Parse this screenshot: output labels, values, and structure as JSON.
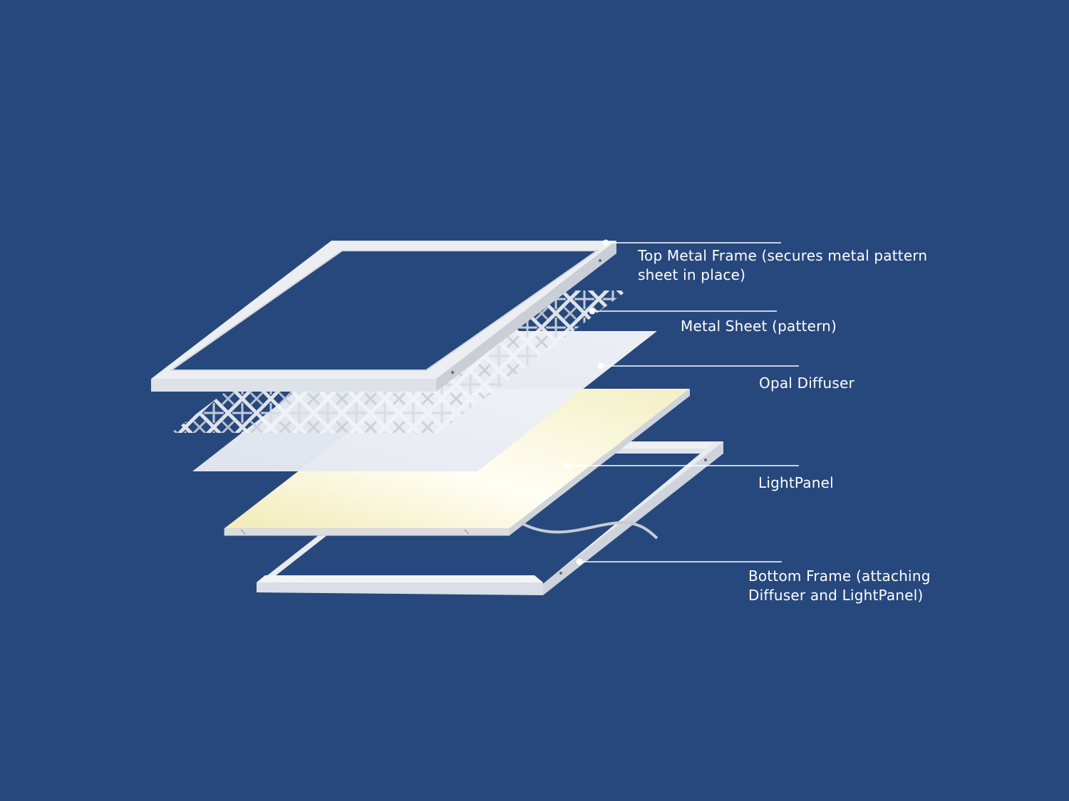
{
  "colors": {
    "background": "#27487d",
    "frame": "#e4e7ec",
    "leader": "#ffffff",
    "light_panel": "#f3efc4",
    "diffuser": "#e9ecf2"
  },
  "labels": {
    "top_frame": [
      "Top Metal Frame (secures metal pattern",
      "sheet in place)"
    ],
    "metal_sheet": "Metal Sheet (pattern)",
    "opal_diffuser": "Opal Diffuser",
    "light_panel": "LightPanel",
    "bottom_frame": [
      "Bottom Frame (attaching",
      "Diffuser and LightPanel)"
    ]
  }
}
